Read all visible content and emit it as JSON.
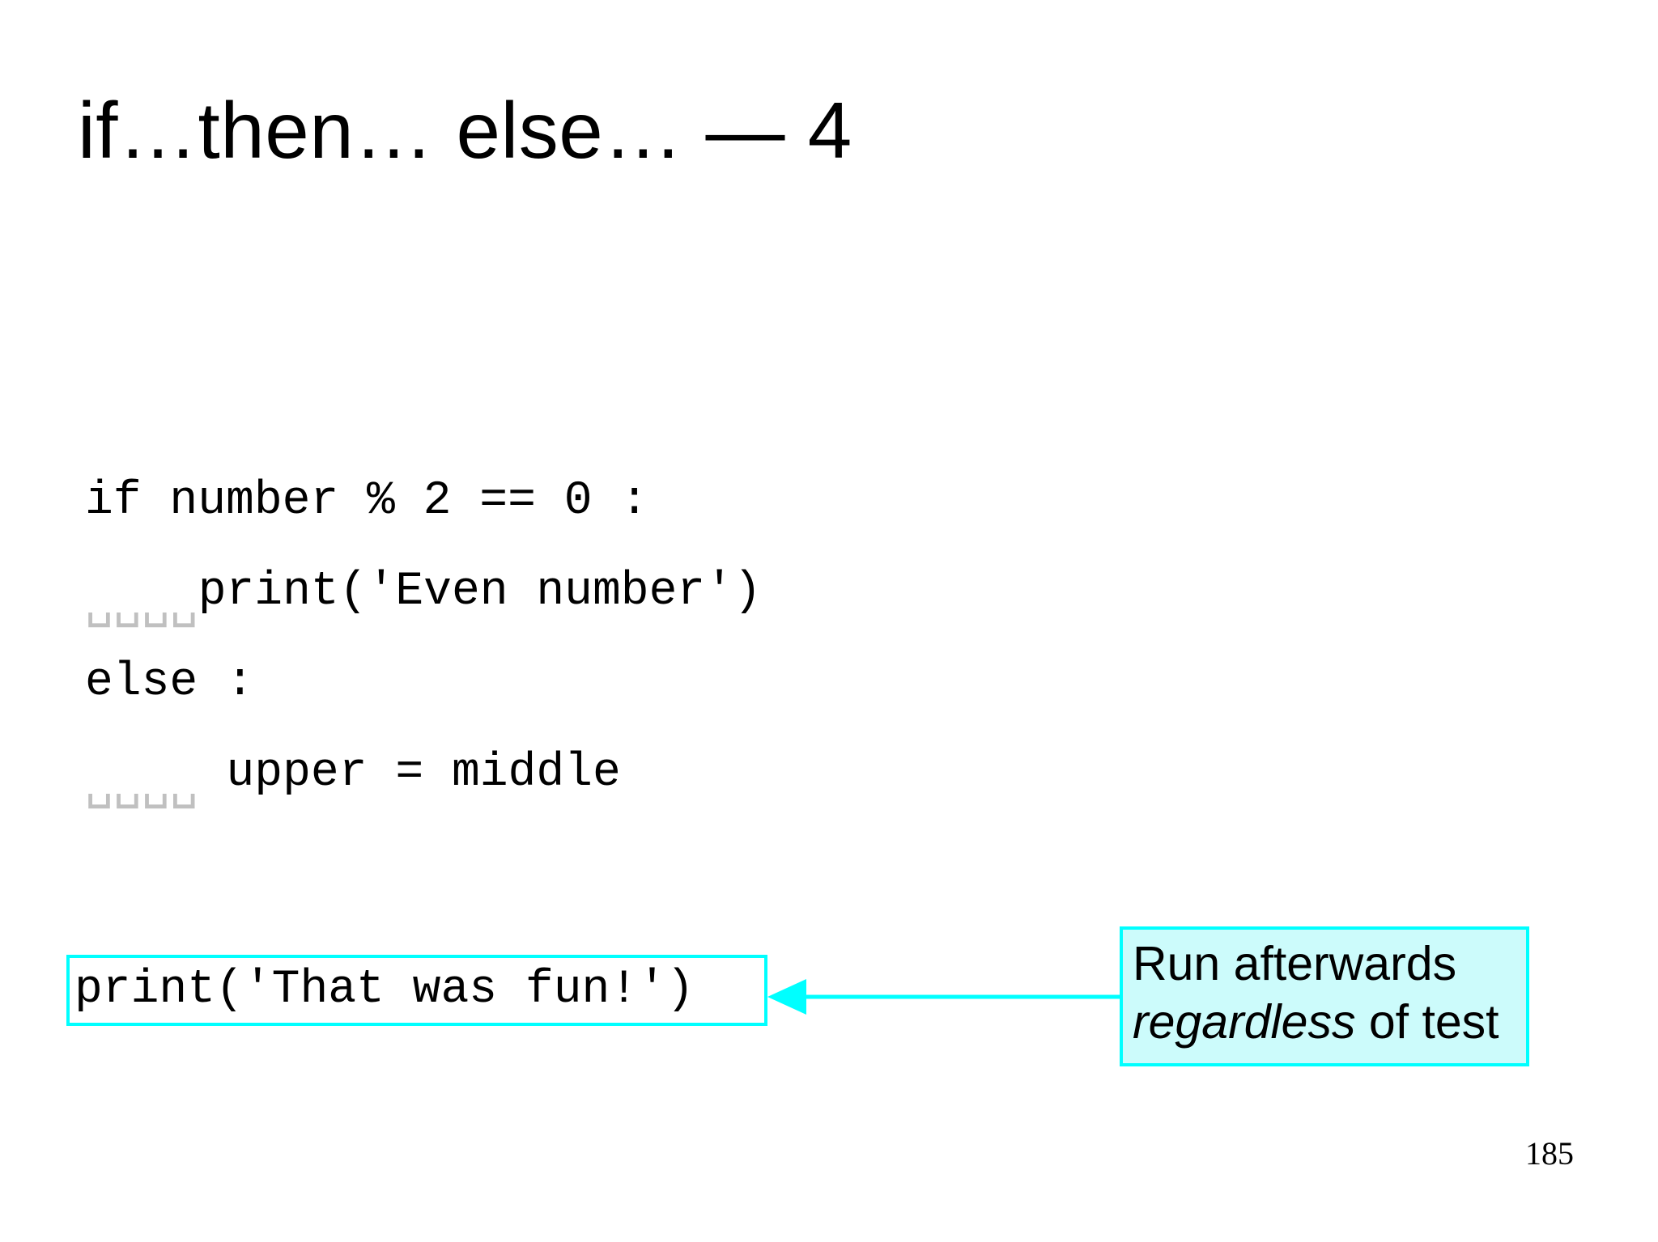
{
  "slide": {
    "title": "if…then… else… — 4",
    "page_number": "185",
    "background_color": "#ffffff"
  },
  "code": {
    "language": "python",
    "indent_marker": "␣",
    "indent_marker_color": "#c0c0c0",
    "lines": [
      {
        "indent": "",
        "text": "if number % 2 == 0 :"
      },
      {
        "indent": "␣␣␣␣",
        "text": "print('Even number')"
      },
      {
        "indent": "",
        "text": "else :"
      },
      {
        "indent": "␣␣␣␣",
        "text": " upper = middle"
      }
    ]
  },
  "highlight": {
    "code_text": "print('That was fun!')",
    "border_color": "#00ffff",
    "fill_color": "#ffffff"
  },
  "callout": {
    "line1": "Run afterwards",
    "emphasis": "regardless",
    "line2_suffix": " of test",
    "border_color": "#00ffff",
    "fill_color": "#ccfbfb",
    "arrow_color": "#00ffff",
    "arrow_direction": "left"
  }
}
